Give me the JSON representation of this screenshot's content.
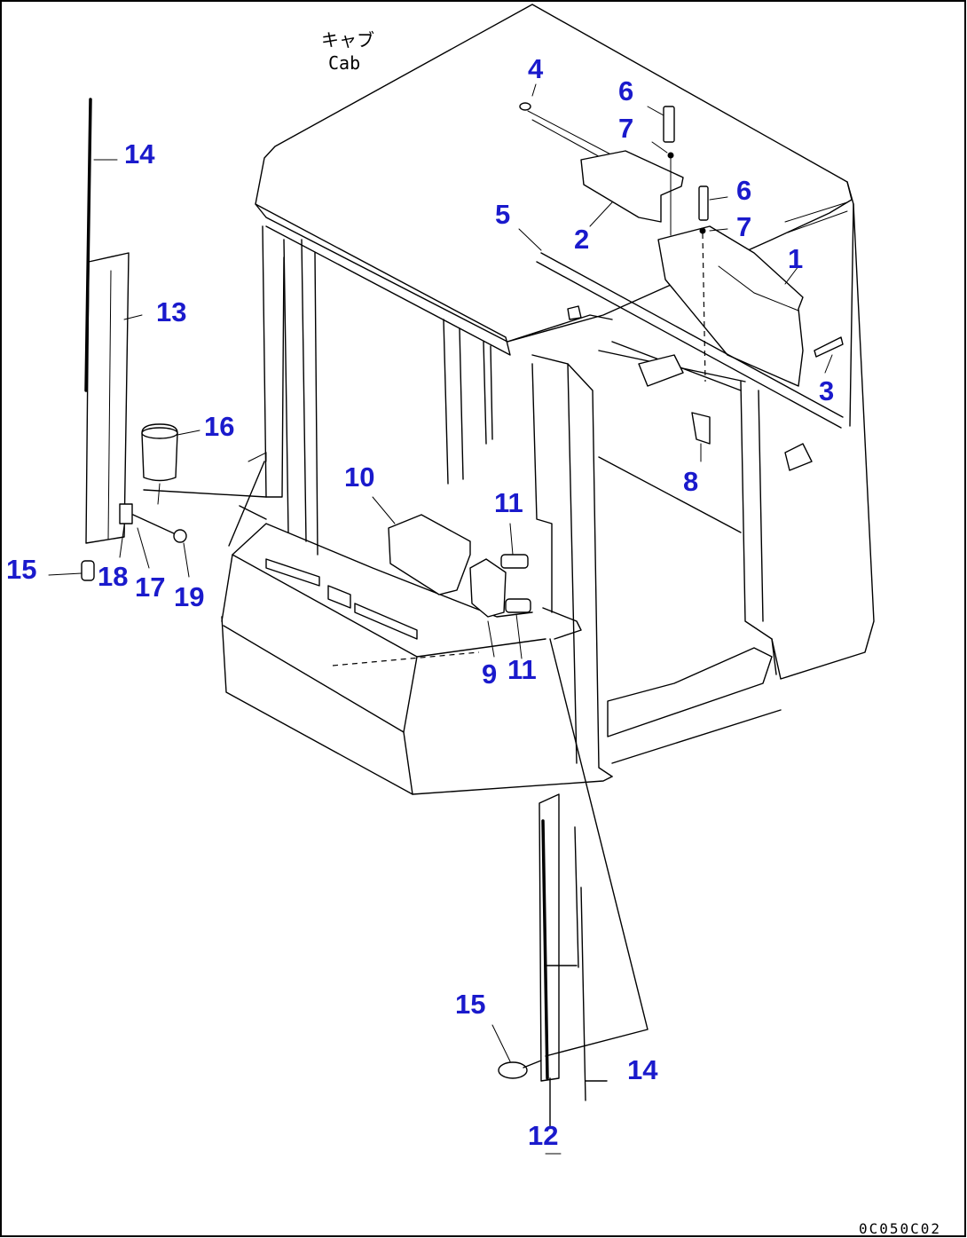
{
  "caption": {
    "japanese": "キャブ",
    "english": "Cab"
  },
  "drawing_code": "0C050C02",
  "callouts": [
    {
      "label": "1"
    },
    {
      "label": "2"
    },
    {
      "label": "3"
    },
    {
      "label": "4"
    },
    {
      "label": "5"
    },
    {
      "label": "6"
    },
    {
      "label": "6"
    },
    {
      "label": "7"
    },
    {
      "label": "7"
    },
    {
      "label": "8"
    },
    {
      "label": "9"
    },
    {
      "label": "10"
    },
    {
      "label": "11"
    },
    {
      "label": "11"
    },
    {
      "label": "12"
    },
    {
      "label": "13"
    },
    {
      "label": "14"
    },
    {
      "label": "14"
    },
    {
      "label": "15"
    },
    {
      "label": "15"
    },
    {
      "label": "16"
    },
    {
      "label": "17"
    },
    {
      "label": "18"
    },
    {
      "label": "19"
    }
  ],
  "colors": {
    "callout": "#1a1acc",
    "line": "#000000",
    "background": "#ffffff"
  }
}
